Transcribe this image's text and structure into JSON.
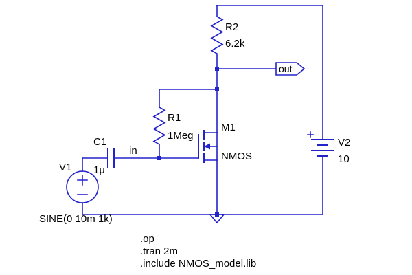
{
  "colors": {
    "wire": "#2323cc",
    "text": "#000000",
    "background": "#ffffff"
  },
  "components": {
    "r2": {
      "ref": "R2",
      "value": "6.2k"
    },
    "r1": {
      "ref": "R1",
      "value": "1Meg"
    },
    "c1": {
      "ref": "C1",
      "value": "1µ"
    },
    "v1": {
      "ref": "V1",
      "value": "SINE(0 10m 1k)"
    },
    "m1": {
      "ref": "M1",
      "value": "NMOS"
    },
    "v2": {
      "ref": "V2",
      "value": "10"
    }
  },
  "nets": {
    "in": "in",
    "out": "out"
  },
  "directives": [
    ".op",
    ".tran 2m",
    ".include NMOS_model.lib"
  ]
}
